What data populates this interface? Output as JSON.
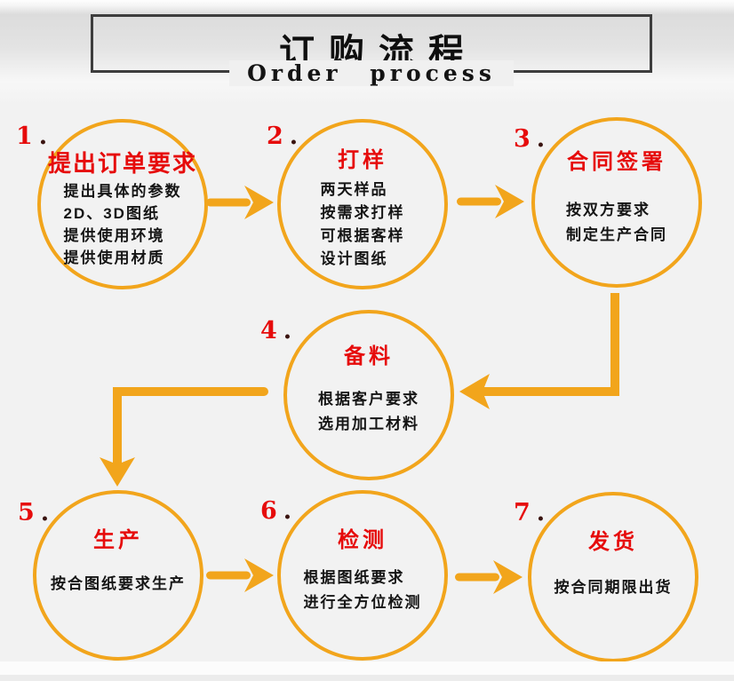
{
  "header": {
    "title": "订购流程",
    "subtitle": "Order process"
  },
  "labels": {
    "dot": "."
  },
  "steps": [
    {
      "num": "1",
      "title": "提出订单要求",
      "lines": [
        "提出具体的参数",
        "2D、3D图纸",
        "提供使用环境",
        "提供使用材质"
      ]
    },
    {
      "num": "2",
      "title": "打样",
      "lines": [
        "两天样品",
        "按需求打样",
        "可根据客样",
        "设计图纸"
      ]
    },
    {
      "num": "3",
      "title": "合同签署",
      "lines": [
        "按双方要求",
        "制定生产合同"
      ]
    },
    {
      "num": "4",
      "title": "备料",
      "lines": [
        "根据客户要求",
        "选用加工材料"
      ]
    },
    {
      "num": "5",
      "title": "生产",
      "lines": [
        "按合图纸要求生产"
      ]
    },
    {
      "num": "6",
      "title": "检测",
      "lines": [
        "根据图纸要求",
        "进行全方位检测"
      ]
    },
    {
      "num": "7",
      "title": "发货",
      "lines": [
        "按合同期限出货"
      ]
    }
  ],
  "colors": {
    "accent_orange": "#F2A51C",
    "step_title_red": "#E60B0B",
    "body_text": "#151515",
    "box_border": "#3D3D3D",
    "background": "#F2F2F2"
  }
}
